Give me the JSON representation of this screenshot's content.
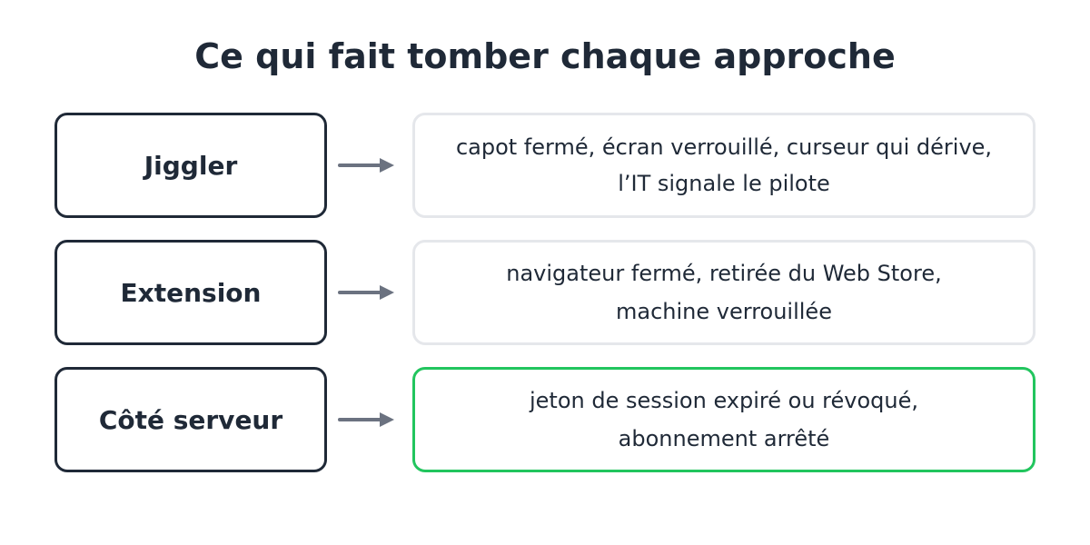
{
  "title": "Ce qui fait tomber chaque approche",
  "colors": {
    "text": "#1f2937",
    "neutral_border": "#e5e7eb",
    "highlight_border": "#22c55e",
    "arrow": "#6b7280"
  },
  "rows": [
    {
      "approach": "Jiggler",
      "failure_lines": [
        "capot fermé, écran verrouillé, curseur qui dérive,",
        "l’IT signale le pilote"
      ],
      "highlighted": false
    },
    {
      "approach": "Extension",
      "failure_lines": [
        "navigateur fermé, retirée du Web Store,",
        "machine verrouillée"
      ],
      "highlighted": false
    },
    {
      "approach": "Côté serveur",
      "failure_lines": [
        "jeton de session expiré ou révoqué,",
        "abonnement arrêté"
      ],
      "highlighted": true
    }
  ]
}
